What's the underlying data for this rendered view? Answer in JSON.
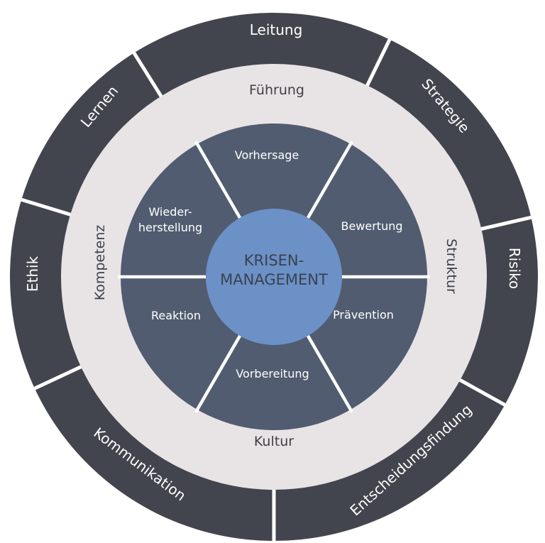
{
  "center": {
    "line1": "KRISEN-",
    "line2": "MANAGEMENT"
  },
  "inner_segments": [
    {
      "lines": [
        "Vorhersage"
      ]
    },
    {
      "lines": [
        "Bewertung"
      ]
    },
    {
      "lines": [
        "Prävention"
      ]
    },
    {
      "lines": [
        "Vorbereitung"
      ]
    },
    {
      "lines": [
        "Reaktion"
      ]
    },
    {
      "lines": [
        "Wieder-",
        "herstellung"
      ]
    }
  ],
  "middle_ring": {
    "top": "Führung",
    "right": "Struktur",
    "bottom": "Kultur",
    "left": "Kompetenz"
  },
  "outer_segments": [
    {
      "label": "Leitung"
    },
    {
      "label": "Strategie"
    },
    {
      "label": "Risiko"
    },
    {
      "label": "Entscheidungsfindung"
    },
    {
      "label": "Kommunikation"
    },
    {
      "label": "Ethik"
    },
    {
      "label": "Lernen"
    }
  ],
  "colors": {
    "outer_ring": "#43454e",
    "middle_ring": "#e8e4e6",
    "inner_ring": "#525c70",
    "center": "#6b91c6",
    "separator": "#ffffff"
  }
}
